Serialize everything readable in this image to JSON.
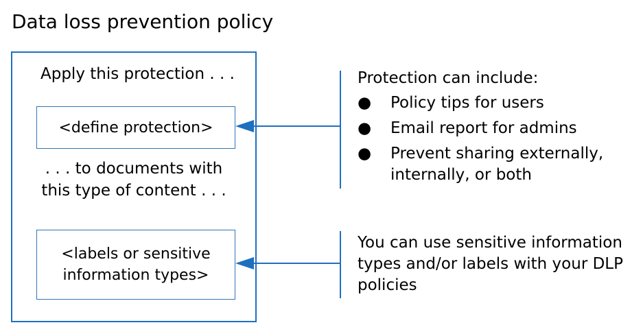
{
  "title": "Data loss prevention policy",
  "policy_box": {
    "apply_text": "Apply this protection . . .",
    "define_box": "<define protection>",
    "documents_line1": ". . . to documents with",
    "documents_line2": "this type of content . . .",
    "labels_line1": "<labels or sensitive",
    "labels_line2": "information types>"
  },
  "protection_note": {
    "heading": "Protection can include:",
    "bullet_glyph": "●",
    "items": [
      {
        "line1": "Policy tips for users",
        "line2": ""
      },
      {
        "line1": "Email report for admins",
        "line2": ""
      },
      {
        "line1": "Prevent sharing externally,",
        "line2": "internally, or both"
      }
    ]
  },
  "labels_note": {
    "line1": "You can use sensitive information",
    "line2": "types and/or labels with your DLP",
    "line3": "policies"
  },
  "colors": {
    "accent": "#1f6fbf"
  }
}
